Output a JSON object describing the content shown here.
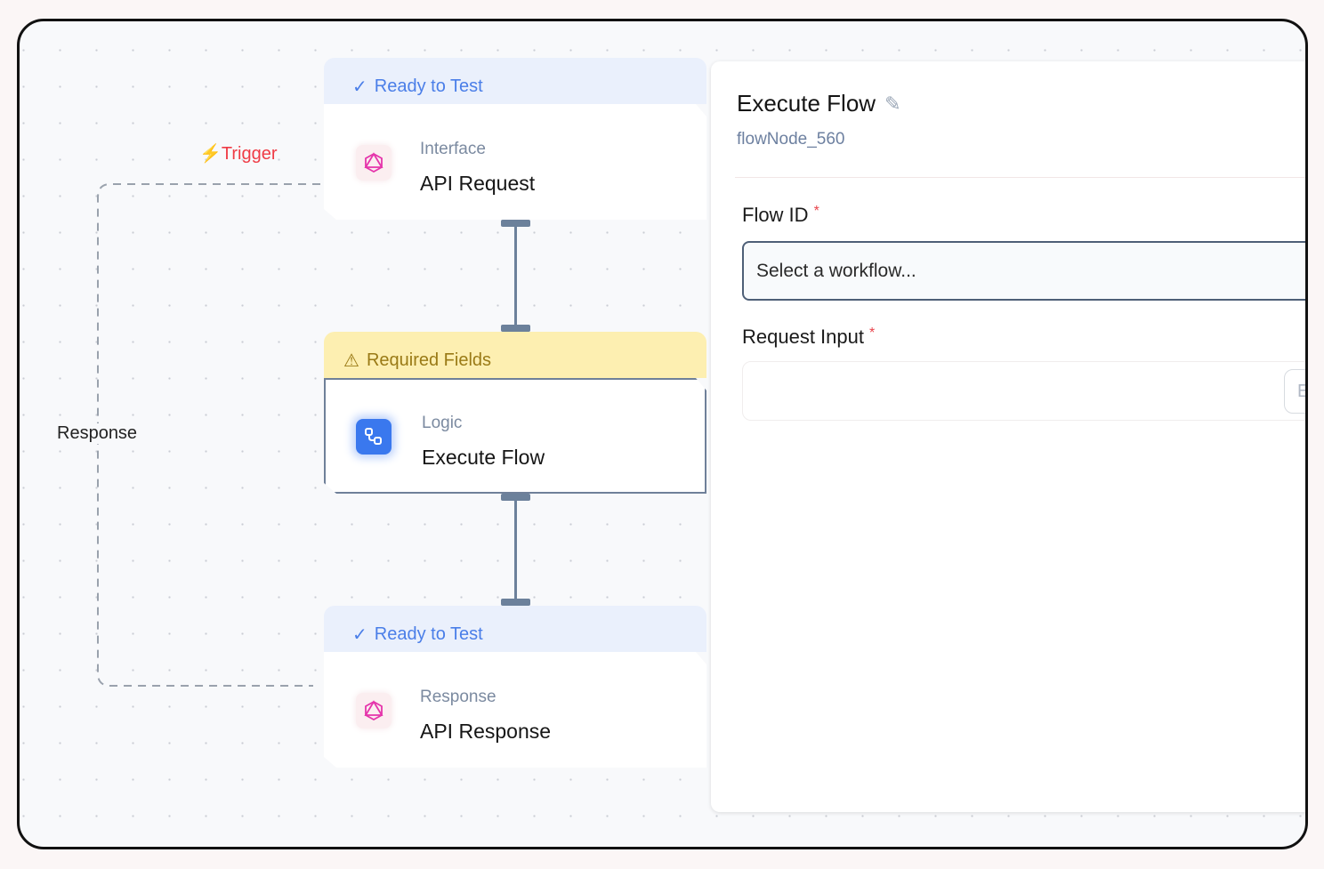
{
  "canvas": {
    "edge_labels": {
      "trigger": "Trigger",
      "response": "Response"
    },
    "nodes": [
      {
        "status": "Ready to Test",
        "status_icon": "check-icon",
        "category": "Interface",
        "title": "API Request",
        "icon": "graphql-icon",
        "icon_color": "#e535ab"
      },
      {
        "status": "Required Fields",
        "status_icon": "warning-icon",
        "category": "Logic",
        "title": "Execute Flow",
        "icon": "flow-icon",
        "icon_color": "#3a78ee",
        "selected": true
      },
      {
        "status": "Ready to Test",
        "status_icon": "check-icon",
        "category": "Response",
        "title": "API Response",
        "icon": "graphql-icon",
        "icon_color": "#e535ab"
      }
    ]
  },
  "panel": {
    "title": "Execute Flow",
    "node_id": "flowNode_560",
    "fields": [
      {
        "label": "Flow ID",
        "required_mark": "*",
        "placeholder": "Select a workflow..."
      },
      {
        "label": "Request Input",
        "required_mark": "*",
        "value": "",
        "button_label": "E"
      }
    ]
  },
  "colors": {
    "accent": "#4a7ee8",
    "warning_bg": "#fdefb1",
    "trigger": "#ef3b45"
  }
}
